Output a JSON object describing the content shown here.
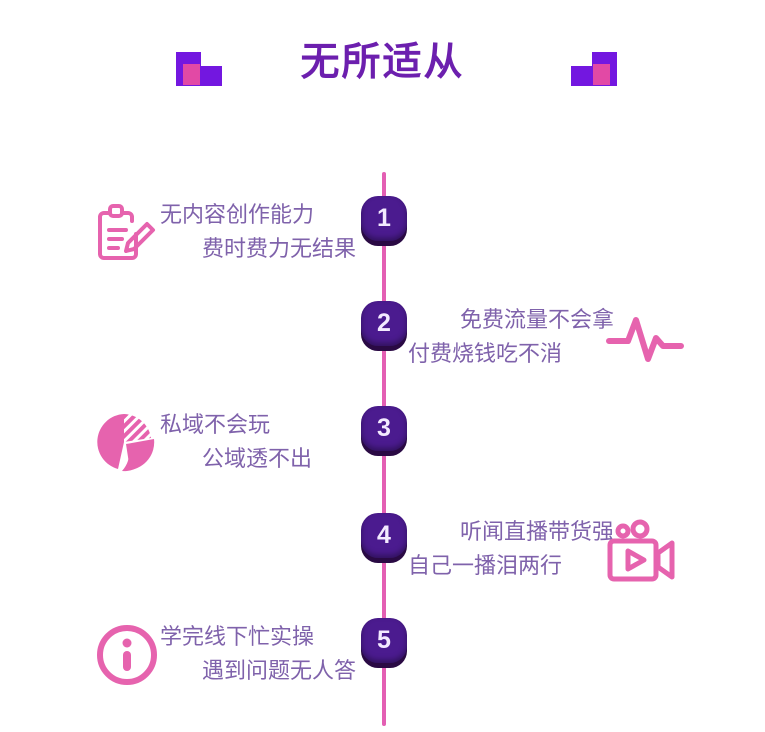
{
  "header": {
    "title": "无所适从",
    "title_color": "#6c1fae",
    "decoration_left": "stacked-blocks-decoration",
    "decoration_right": "stacked-blocks-decoration"
  },
  "theme": {
    "accent_pink": "#e35fb3",
    "accent_purple": "#7317e0",
    "badge_purple": "#4b1b8f",
    "text_purple": "#7f62ab"
  },
  "timeline": {
    "line_color": "#e35fb3",
    "items": [
      {
        "number": "1",
        "side": "left",
        "icon": "clipboard-pencil-icon",
        "line1": "无内容创作能力",
        "line2": "费时费力无结果"
      },
      {
        "number": "2",
        "side": "right",
        "icon": "pulse-heartbeat-icon",
        "line1": "免费流量不会拿",
        "line2": "付费烧钱吃不消"
      },
      {
        "number": "3",
        "side": "left",
        "icon": "pie-chart-icon",
        "line1": "私域不会玩",
        "line2": "公域透不出"
      },
      {
        "number": "4",
        "side": "right",
        "icon": "video-camera-icon",
        "line1": "听闻直播带货强",
        "line2": "自己一播泪两行"
      },
      {
        "number": "5",
        "side": "left",
        "icon": "info-circle-icon",
        "line1": "学完线下忙实操",
        "line2": "遇到问题无人答"
      }
    ]
  }
}
